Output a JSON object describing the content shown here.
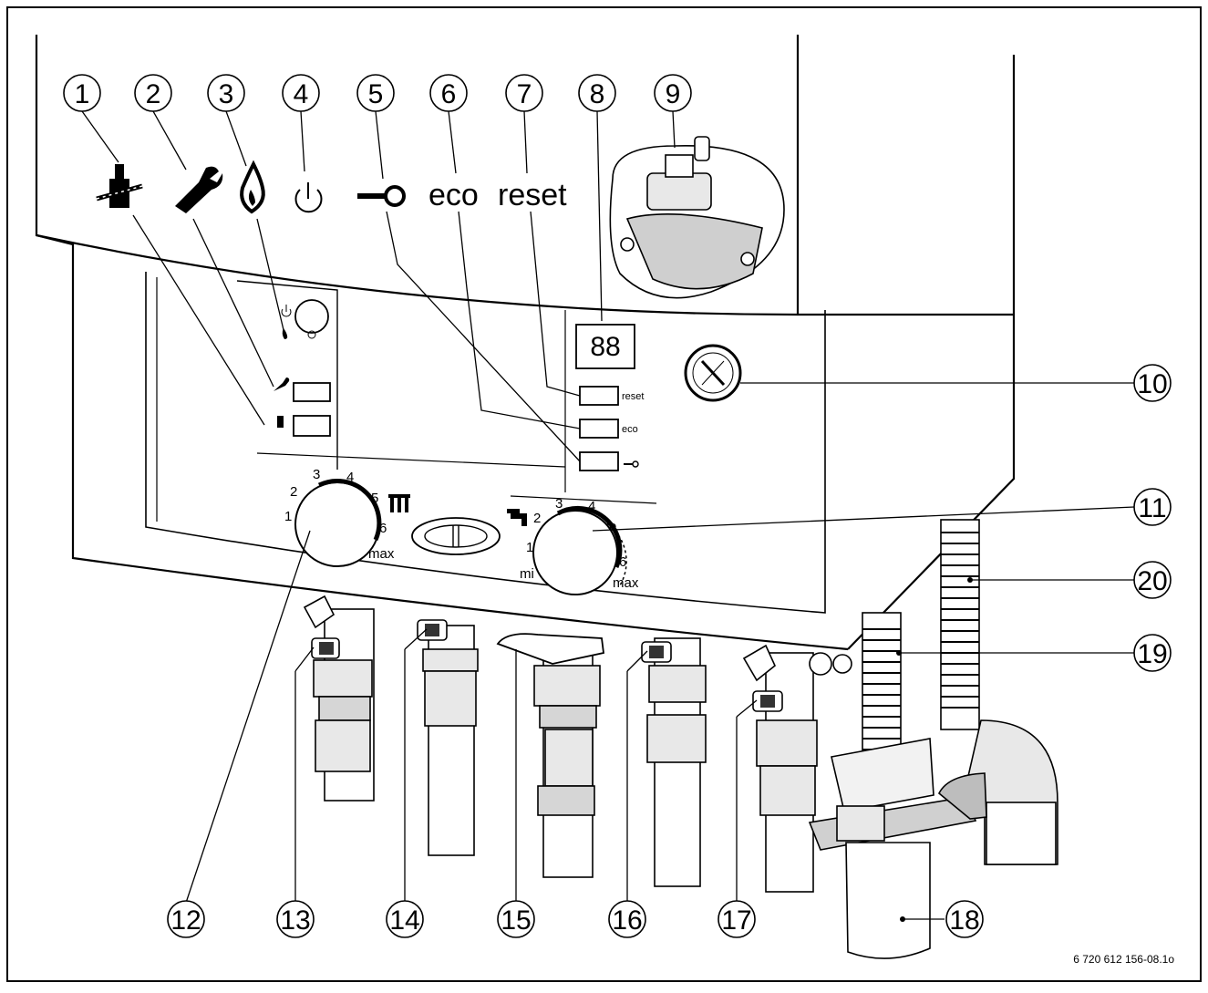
{
  "colors": {
    "line": "#000000",
    "shade": "#bdbdbd",
    "light": "#e8e8e8",
    "background": "#ffffff"
  },
  "top_labels": {
    "eco": "eco",
    "reset": "reset"
  },
  "panel_buttons": {
    "reset": "reset",
    "eco": "eco"
  },
  "display": "88",
  "heating_dial": {
    "ticks": [
      "1",
      "2",
      "3",
      "4",
      "5",
      "6"
    ],
    "max": "max"
  },
  "water_dial": {
    "ticks": [
      "1",
      "2",
      "3",
      "4",
      "e",
      "6"
    ],
    "min": "mi",
    "max": "max"
  },
  "callouts": [
    "1",
    "2",
    "3",
    "4",
    "5",
    "6",
    "7",
    "8",
    "9",
    "10",
    "11",
    "12",
    "13",
    "14",
    "15",
    "16",
    "17",
    "18",
    "19",
    "20"
  ],
  "icons": [
    "chimney-sweep-icon",
    "wrench-icon",
    "flame-icon",
    "power-icon",
    "key-icon",
    "radiator-icon",
    "tap-icon",
    "pressure-gauge-icon"
  ],
  "figure_code": "6 720 612 156-08.1o"
}
